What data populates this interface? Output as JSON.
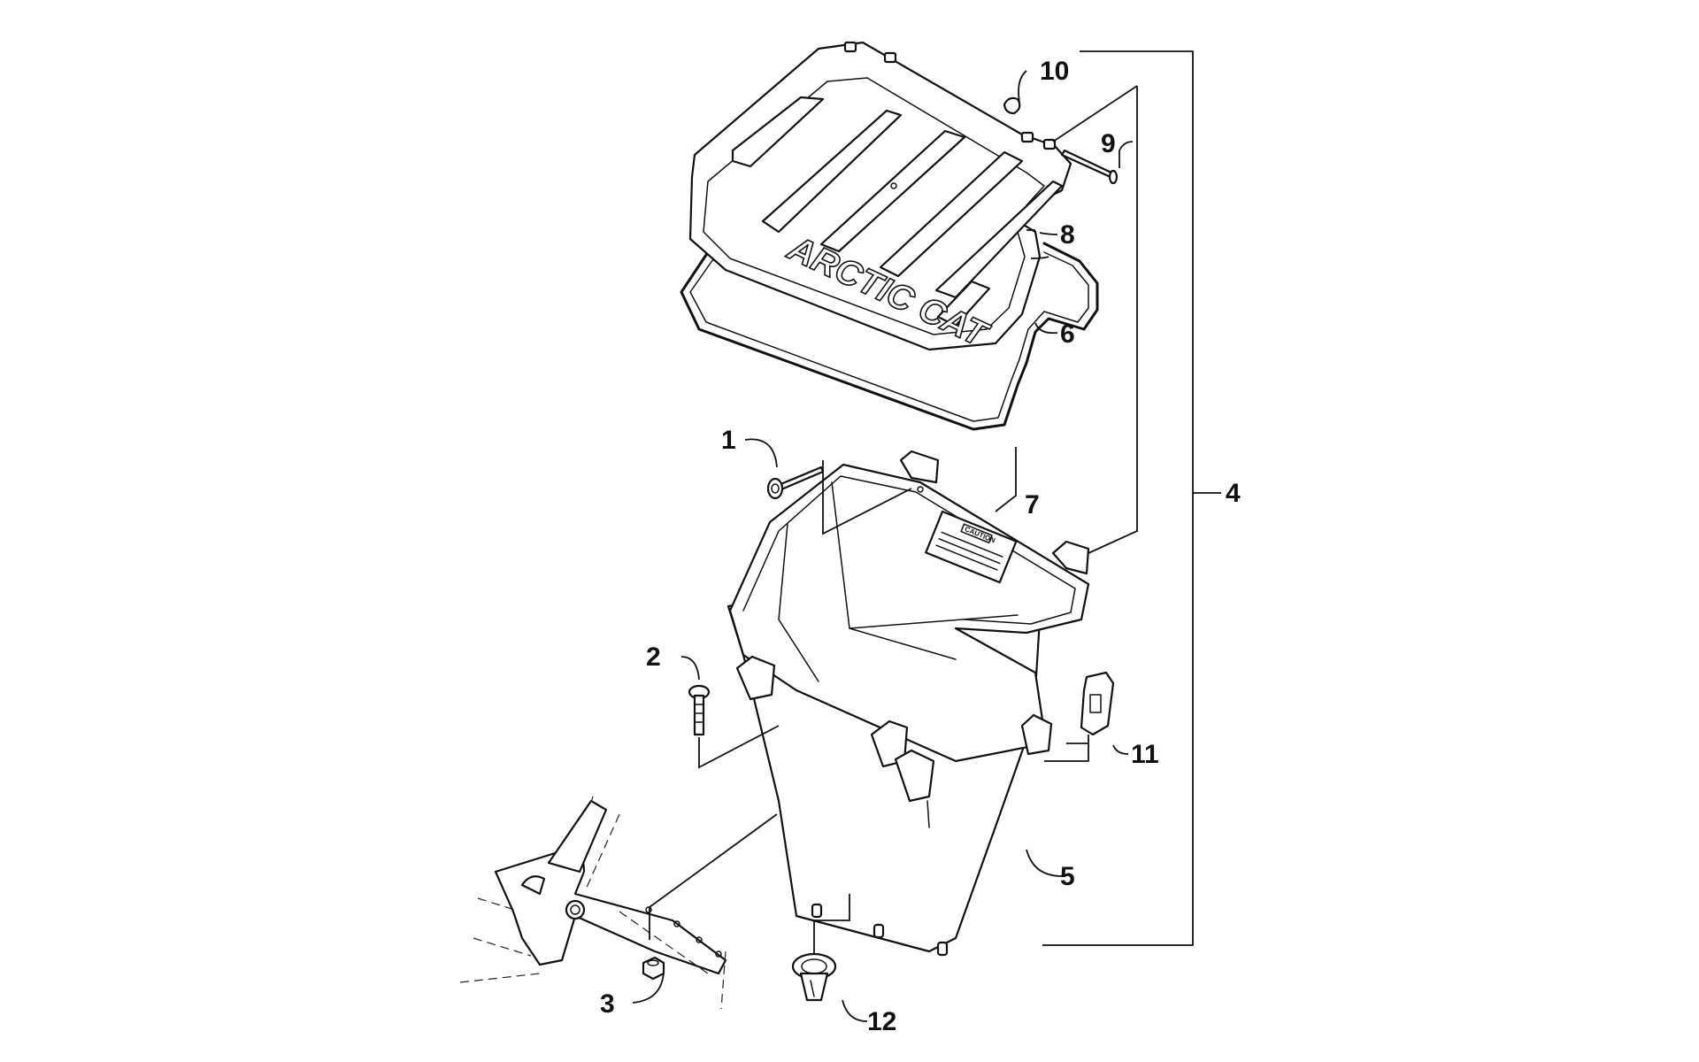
{
  "diagram": {
    "logo_text": "ARCTIC CAT",
    "caution_label": "CAUTION",
    "callouts": [
      "1",
      "2",
      "3",
      "4",
      "5",
      "6",
      "7",
      "8",
      "9",
      "10",
      "11",
      "12"
    ]
  }
}
